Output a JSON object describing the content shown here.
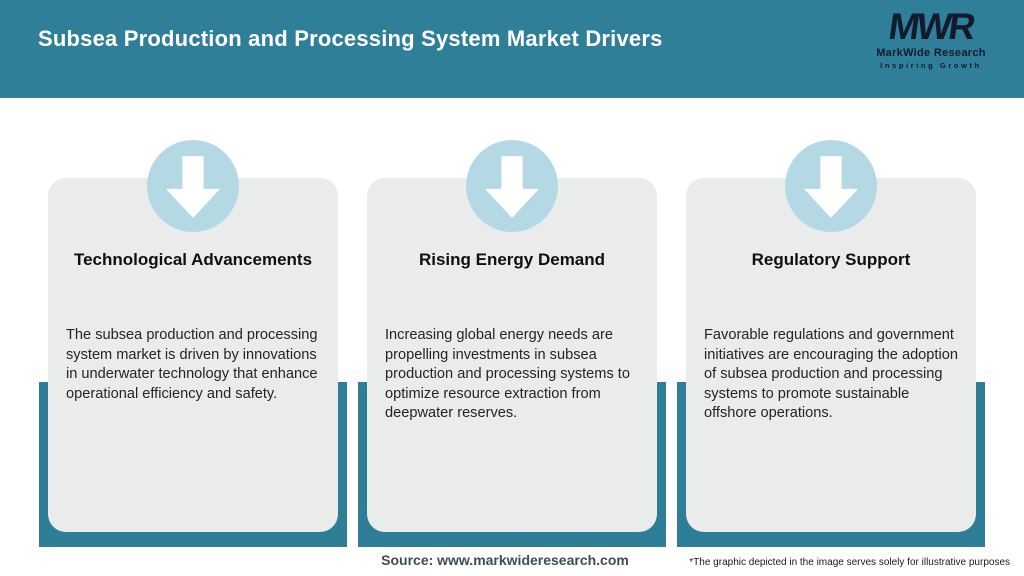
{
  "header": {
    "title": "Subsea Production and Processing System Market Drivers",
    "logo": {
      "monogram": "MWR",
      "name": "MarkWide Research",
      "tagline": "Inspiring Growth"
    }
  },
  "cards": [
    {
      "icon": "down-arrow-icon",
      "title": "Technological Advancements",
      "body": "The subsea production and processing system market is driven by innovations in underwater technology that enhance operational efficiency and safety."
    },
    {
      "icon": "down-arrow-icon",
      "title": "Rising Energy Demand",
      "body": "Increasing global energy needs are propelling investments in subsea production and processing systems to optimize resource extraction from deepwater reserves."
    },
    {
      "icon": "down-arrow-icon",
      "title": "Regulatory Support",
      "body": "Favorable regulations and government initiatives are encouraging the adoption of subsea production and processing systems to promote sustainable offshore operations."
    }
  ],
  "footer": {
    "source": "Source: www.markwideresearch.com",
    "disclaimer": "*The graphic depicted in the image serves solely for illustrative purposes"
  },
  "colors": {
    "header_teal": "#2f7f99",
    "backdrop_teal": "#2e7e98",
    "card_gray": "#e9eceb",
    "circle_blue": "#b4d9e5",
    "arrow": "#ffffff",
    "logo_dark": "#121b2d",
    "source_text": "#3e4c55"
  }
}
